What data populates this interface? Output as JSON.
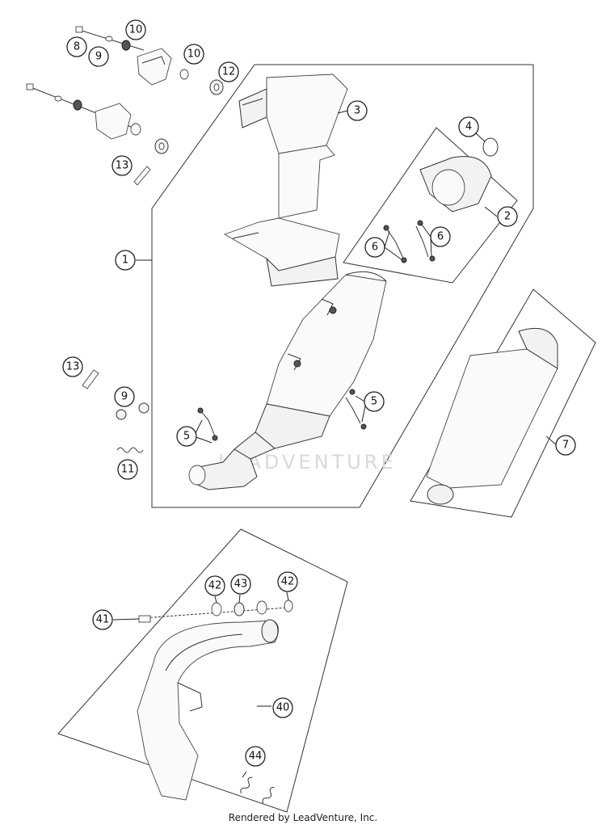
{
  "callouts": {
    "c1": "1",
    "c2": "2",
    "c3": "3",
    "c4": "4",
    "c5a": "5",
    "c5b": "5",
    "c6a": "6",
    "c6b": "6",
    "c7": "7",
    "c8": "8",
    "c9a": "9",
    "c9b": "9",
    "c10a": "10",
    "c10b": "10",
    "c11": "11",
    "c12": "12",
    "c13a": "13",
    "c13b": "13",
    "c40": "40",
    "c41": "41",
    "c42a": "42",
    "c42b": "42",
    "c43": "43",
    "c44": "44"
  },
  "watermark": "LEADVENTURE",
  "footer": "Rendered by LeadVenture, Inc."
}
